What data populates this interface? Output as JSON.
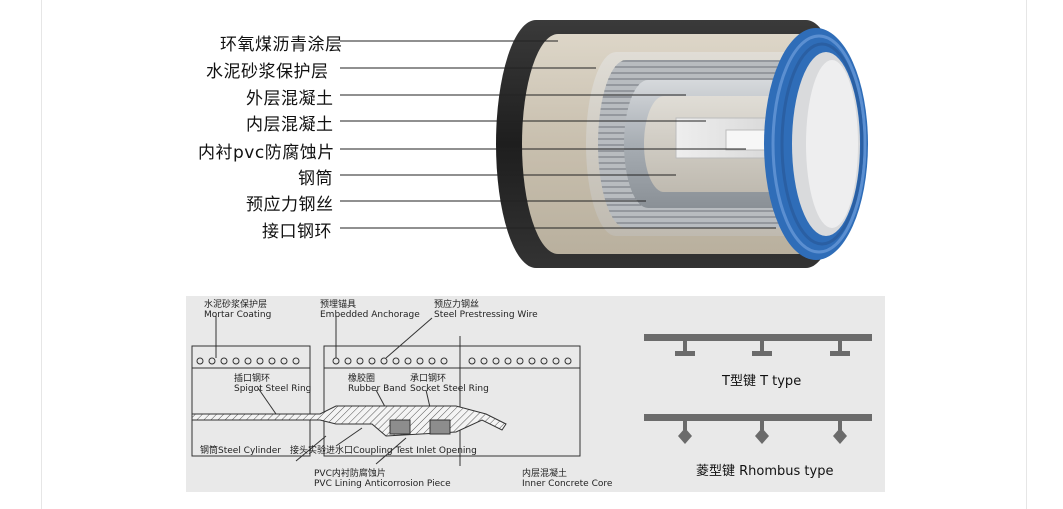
{
  "top_diagram": {
    "labels": [
      "环氧煤沥青涂层",
      "水泥砂浆保护层",
      "外层混凝土",
      "内层混凝土",
      "内衬pvc防腐蚀片",
      "钢筒",
      "预应力钢丝",
      "接口钢环"
    ]
  },
  "section_diagram": {
    "mortar_cn": "水泥砂浆保护层",
    "mortar_en": "Mortar Coating",
    "anchorage_cn": "预埋锚具",
    "anchorage_en": "Embedded Anchorage",
    "wire_cn": "预应力钢丝",
    "wire_en": "Steel Prestressing Wire",
    "spigot_cn": "插口钢环",
    "spigot_en": "Spigot Steel Ring",
    "rubber_cn": "橡胶圈",
    "rubber_en": "Rubber Band",
    "socket_cn": "承口钢环",
    "socket_en": "Socket Steel Ring",
    "cylinder": "钢筒Steel Cylinder",
    "coupling": "接头实验进水口Coupling Test Inlet Opening",
    "pvc_cn": "PVC内衬防腐蚀片",
    "pvc_en": "PVC Lining Anticorrosion Piece",
    "inner_cn": "内层混凝土",
    "inner_en": "Inner Concrete Core"
  },
  "keys": {
    "t_type": "T型键  T type",
    "rhombus_type": "菱型键  Rhombus type"
  },
  "colors": {
    "blue_ring": "#2f6db8",
    "asphalt": "#2b2b2b",
    "mortar": "#cfc8bb",
    "steel": "#9aa0a6",
    "key_gray": "#6b6b6b"
  }
}
